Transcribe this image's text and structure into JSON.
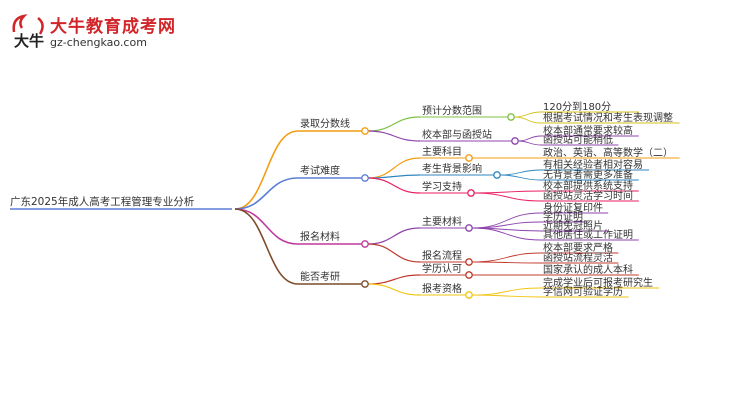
{
  "logo": {
    "mark": "大牛",
    "name": "大牛教育成考网",
    "url": "gz-chengkao.com"
  },
  "mindmap": {
    "root": "广东2025年成人高考工程管理专业分析",
    "branches": [
      {
        "label": "录取分数线",
        "color": "#f39c12",
        "children": [
          {
            "label": "预计分数范围",
            "color": "#7cc242",
            "children": [
              {
                "label": "120分到180分"
              },
              {
                "label": "根据考试情况和考生表现调整"
              }
            ]
          },
          {
            "label": "校本部与函授站",
            "color": "#8e44ad",
            "children": [
              {
                "label": "校本部通常要求较高"
              },
              {
                "label": "函授站可能稍低"
              }
            ]
          }
        ]
      },
      {
        "label": "考试难度",
        "color": "#5b7fd6",
        "children": [
          {
            "label": "主要科目",
            "color": "#f39c12",
            "children": [
              {
                "label": "政治、英语、高等数学（二）"
              }
            ]
          },
          {
            "label": "考生背景影响",
            "color": "#2e86c1",
            "children": [
              {
                "label": "有相关经验者相对容易"
              },
              {
                "label": "无背景者需更多准备"
              }
            ]
          },
          {
            "label": "学习支持",
            "color": "#e91e63",
            "children": [
              {
                "label": "校本部提供系统支持"
              },
              {
                "label": "函授站灵活学习时间"
              }
            ]
          }
        ]
      },
      {
        "label": "报名材料",
        "color": "#c0399c",
        "children": [
          {
            "label": "主要材料",
            "color": "#8e44ad",
            "children": [
              {
                "label": "身份证复印件"
              },
              {
                "label": "学历证明"
              },
              {
                "label": "近期免冠照片"
              },
              {
                "label": "其他居住或工作证明"
              }
            ]
          },
          {
            "label": "报名流程",
            "color": "#c0392b",
            "children": [
              {
                "label": "校本部要求严格"
              },
              {
                "label": "函授站流程灵活"
              }
            ]
          }
        ]
      },
      {
        "label": "能否考研",
        "color": "#7d4c2a",
        "children": [
          {
            "label": "学历认可",
            "color": "#c0392b",
            "children": [
              {
                "label": "国家承认的成人本科"
              }
            ]
          },
          {
            "label": "报考资格",
            "color": "#f1c40f",
            "children": [
              {
                "label": "完成学业后可报考研究生"
              },
              {
                "label": "学信网可验证学历"
              }
            ]
          }
        ]
      }
    ]
  }
}
